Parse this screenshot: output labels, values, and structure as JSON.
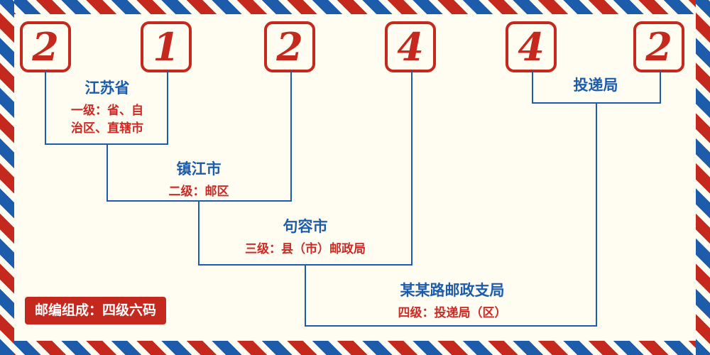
{
  "diagram": {
    "title_semantic": "postal-code-structure",
    "digits": [
      "2",
      "1",
      "2",
      "4",
      "4",
      "2"
    ],
    "levels": [
      {
        "name": "江苏省",
        "desc": "一级：省、自\n治区、直辖市"
      },
      {
        "name": "镇江市",
        "desc": "二级：邮区"
      },
      {
        "name": "句容市",
        "desc": "三级：县（市）邮政局"
      },
      {
        "name": "某某路邮政支局",
        "desc": "四级：投递局（区）"
      },
      {
        "name": "投递局",
        "desc": ""
      }
    ],
    "footer_badge": "邮编组成：四级六码",
    "colors": {
      "red": "#c5281c",
      "blue": "#1c5cab",
      "background": "#fffdf2",
      "badge_text": "#ffffff"
    }
  }
}
